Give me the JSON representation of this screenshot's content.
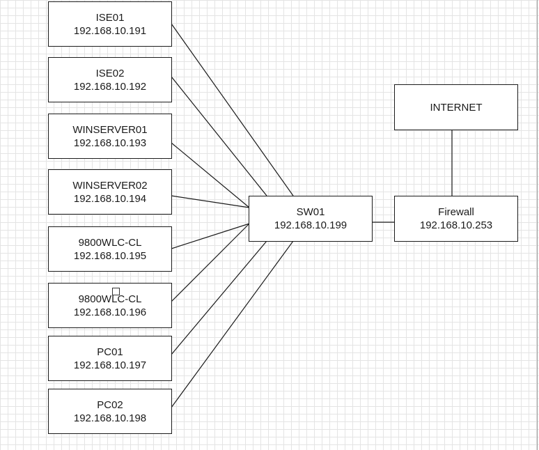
{
  "diagram": {
    "nodes": [
      {
        "id": "ise01",
        "name": "ISE01",
        "ip": "192.168.10.191"
      },
      {
        "id": "ise02",
        "name": "ISE02",
        "ip": "192.168.10.192"
      },
      {
        "id": "winserver01",
        "name": "WINSERVER01",
        "ip": "192.168.10.193"
      },
      {
        "id": "winserver02",
        "name": "WINSERVER02",
        "ip": "192.168.10.194"
      },
      {
        "id": "wlc-cl-1",
        "name": "9800WLC-CL",
        "ip": "192.168.10.195"
      },
      {
        "id": "wlc-cl-2",
        "name": "9800WLC-CL",
        "ip": "192.168.10.196"
      },
      {
        "id": "pc01",
        "name": "PC01",
        "ip": "192.168.10.197"
      },
      {
        "id": "pc02",
        "name": "PC02",
        "ip": "192.168.10.198"
      },
      {
        "id": "sw01",
        "name": "SW01",
        "ip": "192.168.10.199"
      },
      {
        "id": "firewall",
        "name": "Firewall",
        "ip": "192.168.10.253"
      },
      {
        "id": "internet",
        "name": "INTERNET",
        "ip": ""
      }
    ],
    "links": [
      [
        "ise01",
        "sw01"
      ],
      [
        "ise02",
        "sw01"
      ],
      [
        "winserver01",
        "sw01"
      ],
      [
        "winserver02",
        "sw01"
      ],
      [
        "wlc-cl-1",
        "sw01"
      ],
      [
        "wlc-cl-2",
        "sw01"
      ],
      [
        "pc01",
        "sw01"
      ],
      [
        "pc02",
        "sw01"
      ],
      [
        "sw01",
        "firewall"
      ],
      [
        "firewall",
        "internet"
      ]
    ],
    "colors": {
      "stroke": "#1a1a1a",
      "fill": "#ffffff",
      "grid": "#e4e4e4"
    }
  }
}
